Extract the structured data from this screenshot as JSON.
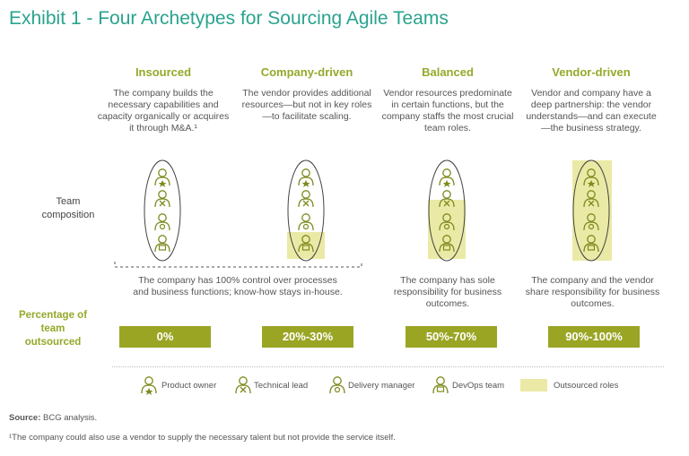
{
  "title": "Exhibit 1 - Four Archetypes for Sourcing Agile Teams",
  "colors": {
    "accent": "#96a82a",
    "title": "#2aa38e",
    "bar": "#9aa524",
    "outsourced": "#eaeaa6",
    "icon": "#7e8a1f"
  },
  "row_labels": {
    "team": "Team composition",
    "pct": "Percentage of team outsourced"
  },
  "archetypes": [
    {
      "name": "Insourced",
      "description": "The company builds the necessary capabilities and capacity organically or acquires it through M&A.¹",
      "percent": "0%",
      "outsourced_roles": 0
    },
    {
      "name": "Company-driven",
      "description": "The vendor provides additional resources—but not in key roles—to facilitate scaling.",
      "percent": "20%-30%",
      "outsourced_roles": 1
    },
    {
      "name": "Balanced",
      "description": "Vendor resources predominate in certain functions, but the company staffs the most crucial team roles.",
      "percent": "50%-70%",
      "outsourced_roles": 3
    },
    {
      "name": "Vendor-driven",
      "description": "Vendor and company have a deep partnership: the vendor understands—and can execute—the business strategy.",
      "percent": "90%-100%",
      "outsourced_roles": 4
    }
  ],
  "notes": {
    "control": "The company has 100% control over processes and business functions; know-how stays in-house.",
    "sole": "The company has sole responsibility for business outcomes.",
    "share": "The company and the vendor share responsibility for business outcomes."
  },
  "legend": {
    "product_owner": "Product owner",
    "technical_lead": "Technical lead",
    "delivery_manager": "Delivery manager",
    "devops_team": "DevOps team",
    "outsourced_roles": "Outsourced roles"
  },
  "source": {
    "label": "Source:",
    "text": " BCG analysis."
  },
  "footnote": "¹The company could also use a vendor to supply the necessary talent but not provide the service itself."
}
